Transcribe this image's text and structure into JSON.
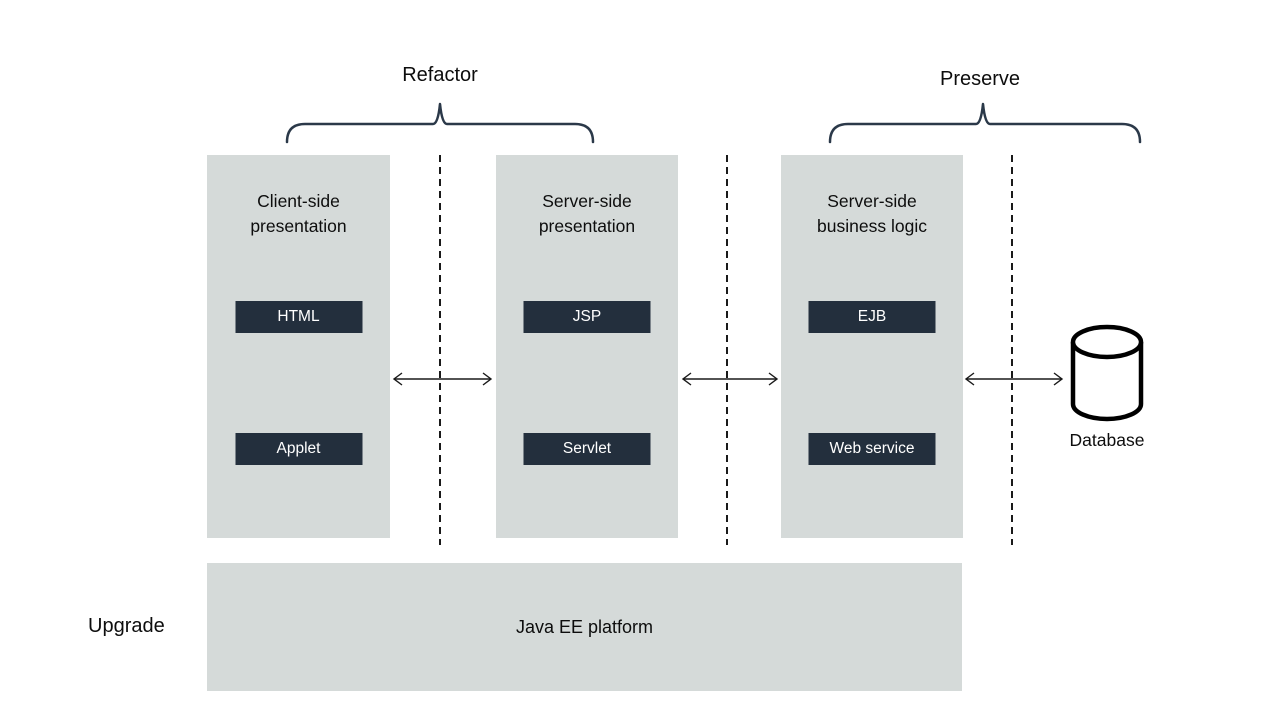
{
  "annotations": {
    "refactor": "Refactor",
    "preserve": "Preserve",
    "upgrade": "Upgrade"
  },
  "columns": [
    {
      "title_line1": "Client-side",
      "title_line2": "presentation",
      "box1": "HTML",
      "box2": "Applet"
    },
    {
      "title_line1": "Server-side",
      "title_line2": "presentation",
      "box1": "JSP",
      "box2": "Servlet"
    },
    {
      "title_line1": "Server-side",
      "title_line2": "business logic",
      "box1": "EJB",
      "box2": "Web service"
    }
  ],
  "platform_label": "Java EE platform",
  "database_label": "Database",
  "colors": {
    "column_bg": "#d5dad9",
    "box_bg": "#232f3d",
    "box_text": "#ffffff",
    "brace_stroke": "#2b3949",
    "line_stroke": "#1a1a1a"
  }
}
